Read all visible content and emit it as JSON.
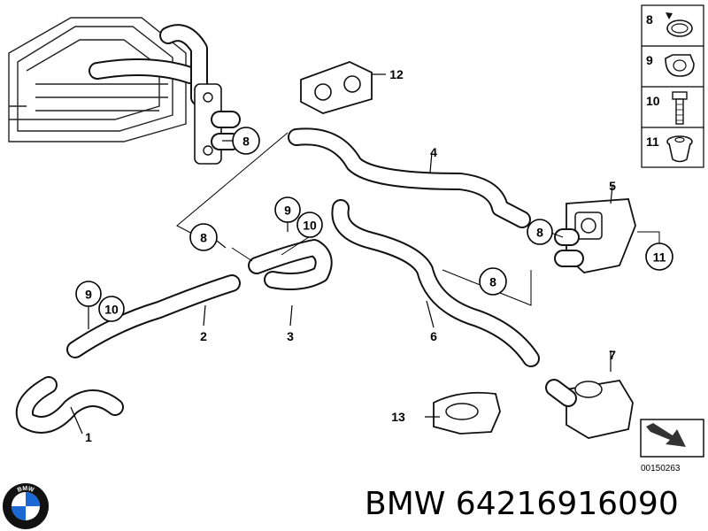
{
  "callouts": [
    {
      "id": "c8a",
      "text": "8"
    },
    {
      "id": "c8b",
      "text": "8"
    },
    {
      "id": "c9a",
      "text": "9"
    },
    {
      "id": "c10a",
      "text": "10"
    },
    {
      "id": "c9b",
      "text": "9"
    },
    {
      "id": "c10b",
      "text": "10"
    },
    {
      "id": "c8c",
      "text": "8"
    },
    {
      "id": "c8d",
      "text": "8"
    },
    {
      "id": "c11",
      "text": "11"
    }
  ],
  "labels": [
    {
      "id": "l1",
      "text": "1"
    },
    {
      "id": "l2",
      "text": "2"
    },
    {
      "id": "l3",
      "text": "3"
    },
    {
      "id": "l4",
      "text": "4"
    },
    {
      "id": "l5",
      "text": "5"
    },
    {
      "id": "l6",
      "text": "6"
    },
    {
      "id": "l7",
      "text": "7"
    },
    {
      "id": "l12",
      "text": "12"
    },
    {
      "id": "l13",
      "text": "13"
    }
  ],
  "legend": [
    {
      "number": "8",
      "part": "hose-clamp-icon"
    },
    {
      "number": "9",
      "part": "cable-clip-icon"
    },
    {
      "number": "10",
      "part": "hex-bolt-icon"
    },
    {
      "number": "11",
      "part": "grommet-icon"
    }
  ],
  "diagram_id": "00150263",
  "caption": "BMW 64216916090",
  "brand_logo": {
    "text": "BMW",
    "colors": {
      "blue": "#1c69d4",
      "white": "#ffffff",
      "black": "#111111"
    }
  }
}
